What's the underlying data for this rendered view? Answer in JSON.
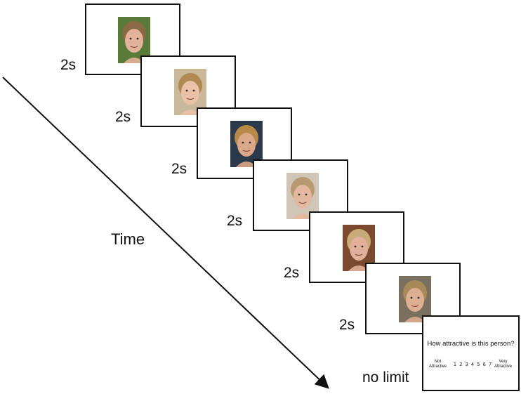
{
  "time_label": "Time",
  "trials": [
    {
      "duration": "2s",
      "skin": "#e2b39a",
      "hair": "#8a6a45",
      "bg": "#5a7a3a"
    },
    {
      "duration": "2s",
      "skin": "#e9c2a8",
      "hair": "#b08a52",
      "bg": "#c9b89a"
    },
    {
      "duration": "2s",
      "skin": "#d9a98a",
      "hair": "#b88a48",
      "bg": "#2b3a4a"
    },
    {
      "duration": "2s",
      "skin": "#e3b8a0",
      "hair": "#b79a72",
      "bg": "#cfc6b8"
    },
    {
      "duration": "2s",
      "skin": "#e0b09a",
      "hair": "#c9ab7a",
      "bg": "#7a4a30"
    },
    {
      "duration": "2s",
      "skin": "#dcae92",
      "hair": "#a88a5a",
      "bg": "#7a7060"
    }
  ],
  "final": {
    "duration": "no limit",
    "question": "How attractive is this person?",
    "low_anchor": [
      "Not",
      "Attractive"
    ],
    "high_anchor": [
      "Very",
      "Attractive"
    ],
    "scale": [
      "1",
      "2",
      "3",
      "4",
      "5",
      "6",
      "7"
    ]
  }
}
